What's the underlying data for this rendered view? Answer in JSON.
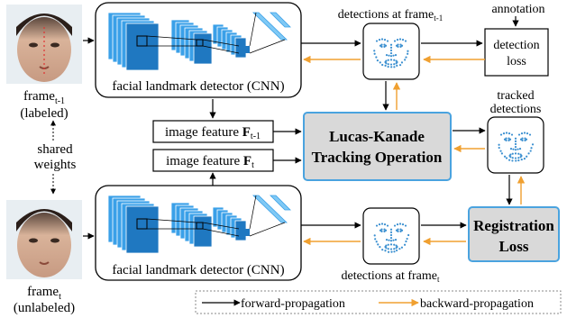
{
  "frames": {
    "top": {
      "name": "frame",
      "subscript": "t-1",
      "note": "(labeled)"
    },
    "bottom": {
      "name": "frame",
      "subscript": "t",
      "note": "(unlabeled)"
    }
  },
  "cnn": {
    "top_label": "facial landmark detector (CNN)",
    "bottom_label": "facial landmark detector (CNN)"
  },
  "shared_weights": {
    "line1": "shared",
    "line2": "weights"
  },
  "features": {
    "prev": {
      "prefix": "image feature ",
      "symbol": "F",
      "subscript": "t-1"
    },
    "curr": {
      "prefix": "image feature ",
      "symbol": "F",
      "subscript": "t"
    }
  },
  "lk": {
    "line1": "Lucas-Kanade",
    "line2": "Tracking Operation"
  },
  "detections": {
    "top": {
      "prefix": "detections at frame",
      "subscript": "t-1"
    },
    "bottom": {
      "prefix": "detections at frame",
      "subscript": "t"
    }
  },
  "annotation": "annotation",
  "detection_loss": {
    "line1": "detection",
    "line2": "loss"
  },
  "tracked": {
    "line1": "tracked",
    "line2": "detections"
  },
  "registration_loss": {
    "line1": "Registration",
    "line2": "Loss"
  },
  "legend": {
    "forward": "forward-propagation",
    "backward": "backward-propagation"
  },
  "colors": {
    "forward": "#000000",
    "backward": "#f0a030",
    "cnn_dark": "#1f78c1",
    "cnn_mid": "#3aa0e8",
    "cnn_light": "#7fc9f5",
    "highlight_fill": "#d9d9d9",
    "highlight_border": "#4aa3df",
    "dots": "#3a8fd0"
  }
}
